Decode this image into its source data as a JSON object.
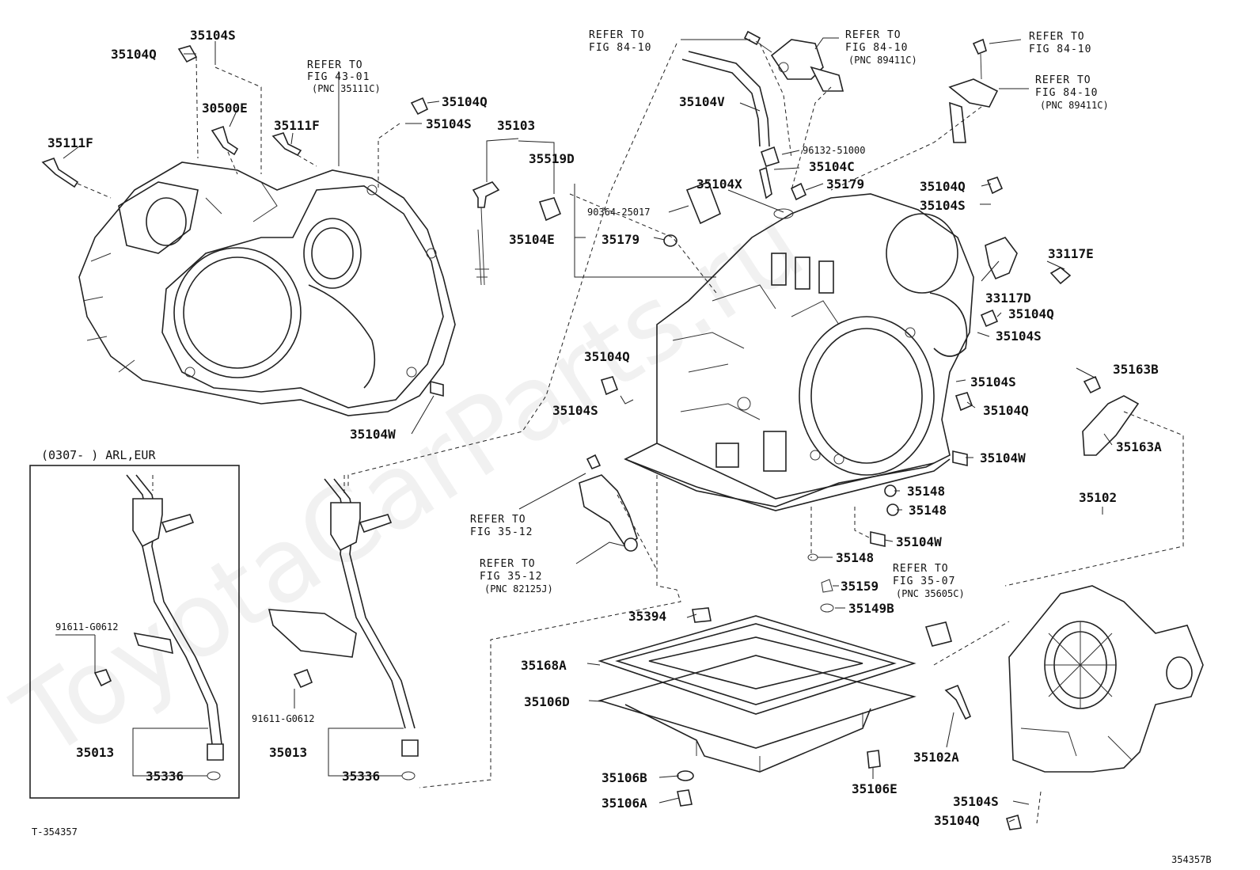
{
  "watermark": "ToyotaCarParts.ru",
  "inset_label": "(0307-      ) ARL,EUR",
  "footer_left": "T-354357",
  "footer_right": "354357B",
  "labels": {
    "l_35104S_a": "35104S",
    "l_35104Q_a": "35104Q",
    "l_30500E": "30500E",
    "l_35111F_a": "35111F",
    "l_35111F_b": "35111F",
    "l_35104Q_b": "35104Q",
    "l_35104S_b": "35104S",
    "l_35103": "35103",
    "l_35519D": "35519D",
    "l_35104E": "35104E",
    "l_90364": "90364-25017",
    "l_35179_a": "35179",
    "l_35104X": "35104X",
    "l_35179_b": "35179",
    "l_35104V": "35104V",
    "l_96132": "96132-51000",
    "l_35104C": "35104C",
    "l_35104Q_c": "35104Q",
    "l_35104S_c": "35104S",
    "l_33117E": "33117E",
    "l_33117D": "33117D",
    "l_35104Q_d": "35104Q",
    "l_35104S_d": "35104S",
    "l_35104S_e": "35104S",
    "l_35104Q_e": "35104Q",
    "l_35163B": "35163B",
    "l_35163A": "35163A",
    "l_35104W_a": "35104W",
    "l_35104W_b": "35104W",
    "l_35104W_c": "35104W",
    "l_35148_a": "35148",
    "l_35148_b": "35148",
    "l_35148_c": "35148",
    "l_35159": "35159",
    "l_35149B": "35149B",
    "l_35102": "35102",
    "l_35102A": "35102A",
    "l_35104S_f": "35104S",
    "l_35104Q_f": "35104Q",
    "l_35394": "35394",
    "l_35168A": "35168A",
    "l_35106D": "35106D",
    "l_35106B": "35106B",
    "l_35106A": "35106A",
    "l_35106E": "35106E",
    "l_35104Q_g": "35104Q",
    "l_35104S_g": "35104S",
    "l_91611_a": "91611-G0612",
    "l_35013_a": "35013",
    "l_35336_a": "35336",
    "l_91611_b": "91611-G0612",
    "l_35013_b": "35013",
    "l_35336_b": "35336"
  },
  "refs": {
    "r1_a": "REFER TO",
    "r1_b": "FIG 43-01",
    "r1_c": "(PNC 35111C)",
    "r2_a": "REFER TO",
    "r2_b": "FIG 84-10",
    "r3_a": "REFER TO",
    "r3_b": "FIG 84-10",
    "r3_c": "(PNC 89411C)",
    "r4_a": "REFER TO",
    "r4_b": "FIG 84-10",
    "r5_a": "REFER TO",
    "r5_b": "FIG 84-10",
    "r5_c": "(PNC 89411C)",
    "r6_a": "REFER TO",
    "r6_b": "FIG 35-12",
    "r7_a": "REFER TO",
    "r7_b": "FIG 35-12",
    "r7_c": "(PNC 82125J)",
    "r8_a": "REFER TO",
    "r8_b": "FIG 35-07",
    "r8_c": "(PNC 35605C)"
  }
}
